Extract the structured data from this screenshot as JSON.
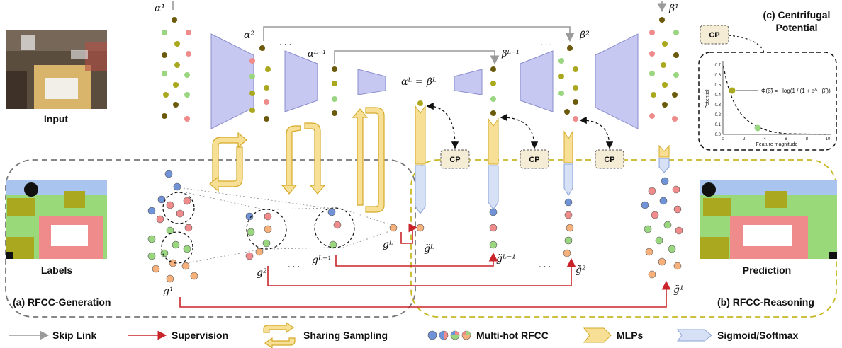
{
  "panels": {
    "generation": "(a) RFCC-Generation",
    "reasoning": "(b) RFCC-Reasoning",
    "potential_title_1": "(c) Centrifugal",
    "potential_title_2": "Potential"
  },
  "images": {
    "input": "Input",
    "labels": "Labels",
    "prediction": "Prediction"
  },
  "symbols": {
    "alpha1": "α¹",
    "alpha2": "α²",
    "alphaL1": "αᴸ⁻¹",
    "alphaL_eq": "αᴸ = βᴸ",
    "betaL1": "βᴸ⁻¹",
    "beta2": "β²",
    "beta1": "β¹",
    "g1": "g¹",
    "g2": "g²",
    "gL1": "gᴸ⁻¹",
    "gL": "gᴸ",
    "gtL": "g̃ᴸ",
    "gtL1": "g̃ᴸ⁻¹",
    "gt2": "g̃²",
    "gt1": "g̃¹",
    "dots": "· · ·"
  },
  "cp_label": "CP",
  "plot": {
    "ylabel": "Potential",
    "xlabel": "Feature magnitude",
    "formula": "Φ(β̃) = −log(1 / (1 + e^−|β̃|))",
    "yticks": [
      "0.0",
      "0.1",
      "0.2",
      "0.3",
      "0.4",
      "0.5",
      "0.6",
      "0.7"
    ],
    "xticks": [
      "0",
      "2",
      "4",
      "6",
      "8",
      "10"
    ]
  },
  "legend": {
    "skip": "Skip Link",
    "supervision": "Supervision",
    "sharing": "Sharing Sampling",
    "multihot": "Multi-hot RFCC",
    "mlps": "MLPs",
    "sigmoid": "Sigmoid/Softmax"
  },
  "colors": {
    "dark_olive": "#6b5a0c",
    "olive": "#a9a81e",
    "light_green": "#9ad57f",
    "pink": "#f08b8b",
    "blue": "#6f93d6",
    "orange": "#f5b07c",
    "encoder": "#c7c8f1",
    "yellow": "#f7e096",
    "skip": "#9a9a9a",
    "supervision": "#c8242a",
    "gen_box": "#777777",
    "rea_box": "#c8b825"
  }
}
